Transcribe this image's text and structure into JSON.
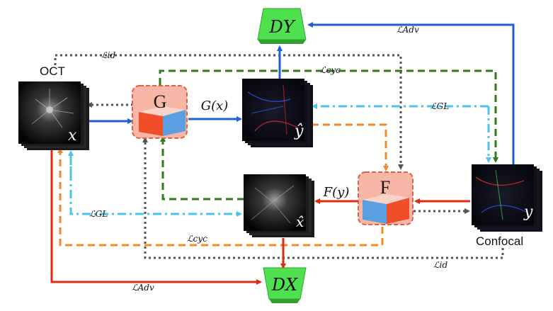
{
  "nodes": {
    "oct": {
      "label": "OCT",
      "var": "x"
    },
    "confocal": {
      "label": "Confocal",
      "var": "y"
    },
    "gen_g": {
      "label": "G"
    },
    "gen_f": {
      "label": "F"
    },
    "gen_g_output": {
      "label": "G(x)",
      "var": "ŷ"
    },
    "gen_f_output": {
      "label": "F(y)",
      "var": "x̂"
    },
    "disc_y": {
      "label": "DY"
    },
    "disc_x": {
      "label": "DX"
    }
  },
  "losses": {
    "adv_top": "ℒAdv",
    "adv_bottom": "ℒAdv",
    "id_top": "ℒid",
    "id_bottom": "ℒid",
    "cyc_top": "ℒcyc",
    "cyc_bottom": "ℒcyc",
    "gl_top": "ℒGL",
    "gl_bottom": "ℒGL"
  },
  "colors": {
    "blue_path": "#1f5fd6",
    "red_path": "#e02a10",
    "green_cyc": "#2e7d1a",
    "orange_cyc": "#f08a24",
    "gray_id": "#555555",
    "cyan_gl": "#4cc3ea",
    "generator_fill": "#f8b7a6",
    "generator_border": "#e06040",
    "discriminator_fill": "#4ee04e"
  }
}
